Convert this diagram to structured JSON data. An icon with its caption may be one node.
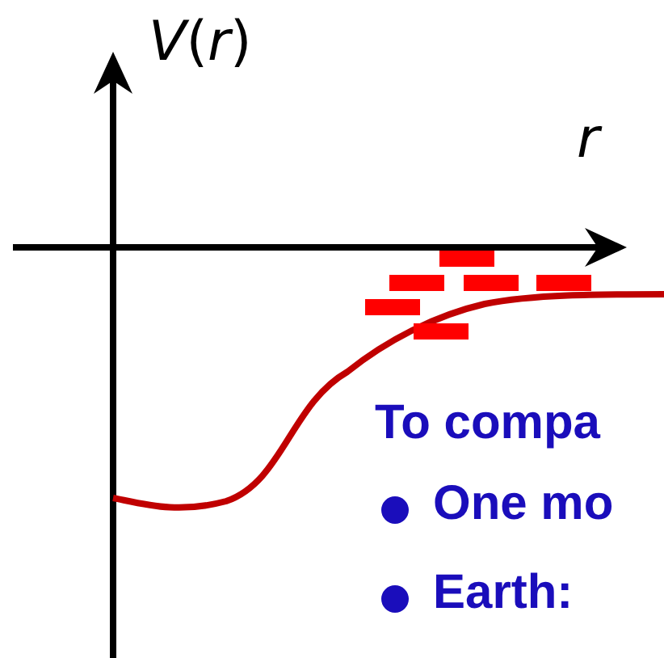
{
  "diagram": {
    "labels": [
      "*V*(*r*)",
      "r",
      "To compa",
      "One mo",
      "Earth:"
    ]
  }
}
